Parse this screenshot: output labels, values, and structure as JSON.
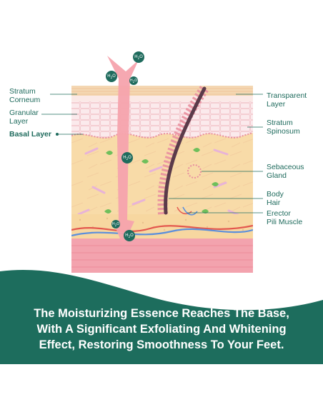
{
  "labels": {
    "stratum_corneum": [
      "Stratum",
      "Corneum"
    ],
    "granular_layer": [
      "Granular",
      "Layer"
    ],
    "basal_layer": "Basal Layer",
    "transparent_layer": [
      "Transparent",
      "Layer"
    ],
    "stratum_spinosum": [
      "Stratum",
      "Spinosum"
    ],
    "sebaceous_gland": [
      "Sebaceous",
      "Gland"
    ],
    "body_hair": [
      "Body",
      "Hair"
    ],
    "erector_pili_muscle": [
      "Erector",
      "Pili Muscle"
    ]
  },
  "water_molecule": {
    "main": "H",
    "sub": "2",
    "end": "O"
  },
  "banner": [
    "The Moisturizing Essence Reaches The Base,",
    "With A Significant Exfoliating And Whitening",
    "Effect, Restoring Smoothness To Your Feet."
  ],
  "colors": {
    "accent_green": "#1f6b5d",
    "arrow_pink": "#f6a3ad",
    "skin_base": "#f7d7a0",
    "hair": "#5b3b4a"
  }
}
